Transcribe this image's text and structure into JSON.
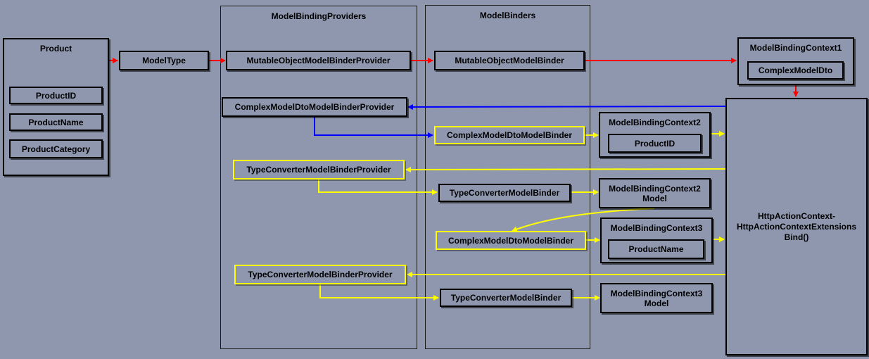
{
  "colors": {
    "red": "#ff0000",
    "blue": "#0000ff",
    "yellow": "#ffff00",
    "background": "#8e97ae"
  },
  "groups": {
    "providers_title": "ModelBindingProviders",
    "binders_title": "ModelBinders"
  },
  "product": {
    "title": "Product",
    "fields": [
      "ProductID",
      "ProductName",
      "ProductCategory"
    ]
  },
  "model_type": "ModelType",
  "providers": {
    "mutable": "MutableObjectModelBinderProvider",
    "complex": "ComplexModelDtoModelBinderProvider",
    "type_converter_1": "TypeConverterModelBinderProvider",
    "type_converter_2": "TypeConverterModelBinderProvider"
  },
  "binders": {
    "mutable": "MutableObjectModelBinder",
    "complex_1": "ComplexModelDtoModelBinder",
    "type_converter_1": "TypeConverterModelBinder",
    "complex_2": "ComplexModelDtoModelBinder",
    "type_converter_2": "TypeConverterModelBinder"
  },
  "contexts": {
    "ctx1_title": "ModelBindingContext1",
    "ctx1_inner": "ComplexModelDto",
    "ctx2_title": "ModelBindingContext2",
    "ctx2_inner": "ProductID",
    "ctx2_model": "ModelBindingContext2\nModel",
    "ctx3_title": "ModelBindingContext3",
    "ctx3_inner": "ProductName",
    "ctx3_model": "ModelBindingContext3\nModel"
  },
  "action_context": "HttpActionContext-\nHttpActionContextExtensions\nBind()"
}
